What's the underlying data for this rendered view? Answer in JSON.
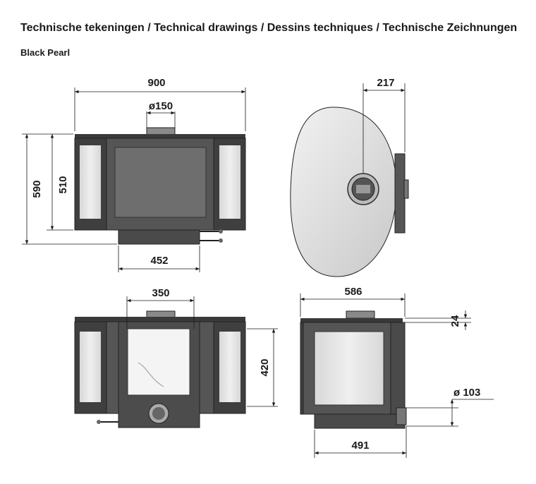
{
  "header": {
    "title": "Technische tekeningen / Technical drawings / Dessins techniques / Technische Zeichnungen",
    "subtitle": "Black Pearl"
  },
  "dimensions": {
    "front_width": "900",
    "flue_diameter": "ø150",
    "height_total": "590",
    "height_body": "510",
    "base_width": "452",
    "top_offset": "217",
    "door_width": "350",
    "door_height": "420",
    "side_depth": "586",
    "top_plate": "24",
    "rear_flue_diameter": "ø 103",
    "side_base": "491"
  },
  "colors": {
    "stove_body": "#4a4a4a",
    "stove_dark": "#2e2e2e",
    "glass": "#e6e6e6",
    "top_view_fill": "#d9d9d9"
  }
}
